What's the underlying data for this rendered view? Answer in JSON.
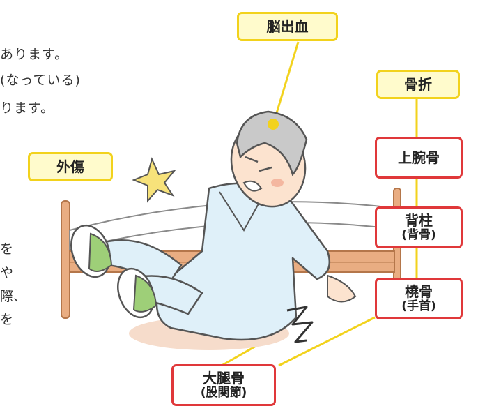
{
  "intro_lines": [
    "あります。",
    "(なっている)",
    "ります。"
  ],
  "side_lines": [
    "を",
    "や",
    "際、",
    "を"
  ],
  "labels": {
    "brain_hemorrhage": "脳出血",
    "fracture": "骨折",
    "trauma": "外傷",
    "humerus": "上腕骨",
    "spine": "背柱",
    "spine_sub": "(背骨)",
    "radius": "橈骨",
    "radius_sub": "(手首)",
    "femur": "大腿骨",
    "femur_sub": "(股関節)"
  },
  "colors": {
    "yellow_border": "#f2d21c",
    "yellow_fill": "#fffbcc",
    "red_border": "#e0383a",
    "connector": "#f2d21c"
  },
  "illustration": "elderly man in pajamas falling off bed"
}
